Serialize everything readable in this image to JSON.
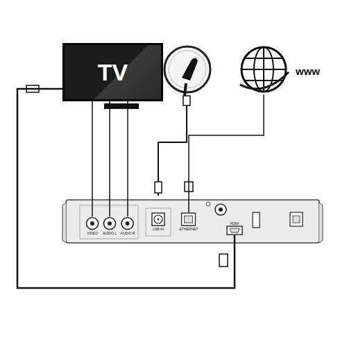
{
  "diagram": {
    "nodes": [
      {
        "text": [
          "TV"
        ]
      },
      {
        "text": [
          "www"
        ]
      },
      {
        "text": [
          "VIDEO"
        ]
      },
      {
        "text": [
          "AUDIO L"
        ]
      },
      {
        "text": [
          "AUDIO R"
        ]
      },
      {
        "text": [
          "LNB IN"
        ]
      },
      {
        "text": [
          "ETHERNET"
        ]
      },
      {
        "text": [
          "HDMI"
        ]
      }
    ],
    "edges": [
      {
        "from": 0,
        "to": 2,
        "arrow": "none"
      },
      {
        "from": 0,
        "to": 3,
        "arrow": "none"
      },
      {
        "from": 0,
        "to": 4,
        "arrow": "none"
      },
      {
        "from": 0,
        "to": 7,
        "arrow": "none"
      },
      {
        "from": 1,
        "to": 6,
        "arrow": "none"
      }
    ]
  }
}
